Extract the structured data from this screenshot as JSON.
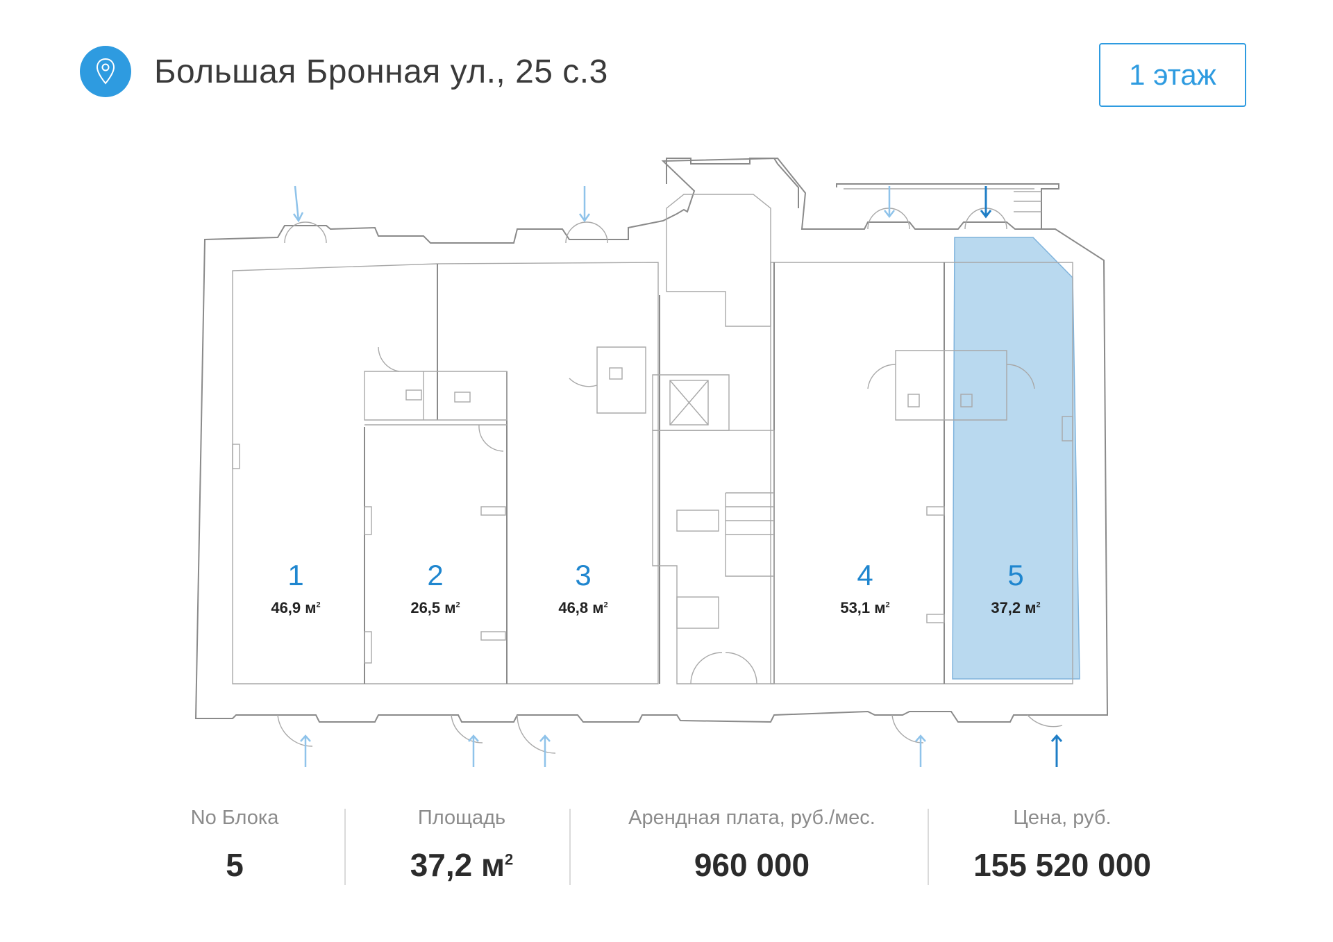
{
  "header": {
    "pin_icon": "location-pin-icon",
    "address": "Большая Бронная ул., 25 с.3",
    "floor_button": "1 этаж",
    "accent_color": "#2e9be0"
  },
  "plan": {
    "highlight_color": "#b9d9ef",
    "blocks": [
      {
        "num": "1",
        "area": "46,9 м",
        "sup": "2"
      },
      {
        "num": "2",
        "area": "26,5 м",
        "sup": "2"
      },
      {
        "num": "3",
        "area": "46,8 м",
        "sup": "2"
      },
      {
        "num": "4",
        "area": "53,1 м",
        "sup": "2"
      },
      {
        "num": "5",
        "area": "37,2 м",
        "sup": "2",
        "selected": true
      }
    ]
  },
  "info": {
    "block_label": "No Блока",
    "block_value": "5",
    "area_label": "Площадь",
    "area_value": "37,2 м",
    "area_sup": "2",
    "rent_label": "Арендная плата, руб./мес.",
    "rent_value": "960 000",
    "price_label": "Цена, руб.",
    "price_value": "155 520 000"
  }
}
